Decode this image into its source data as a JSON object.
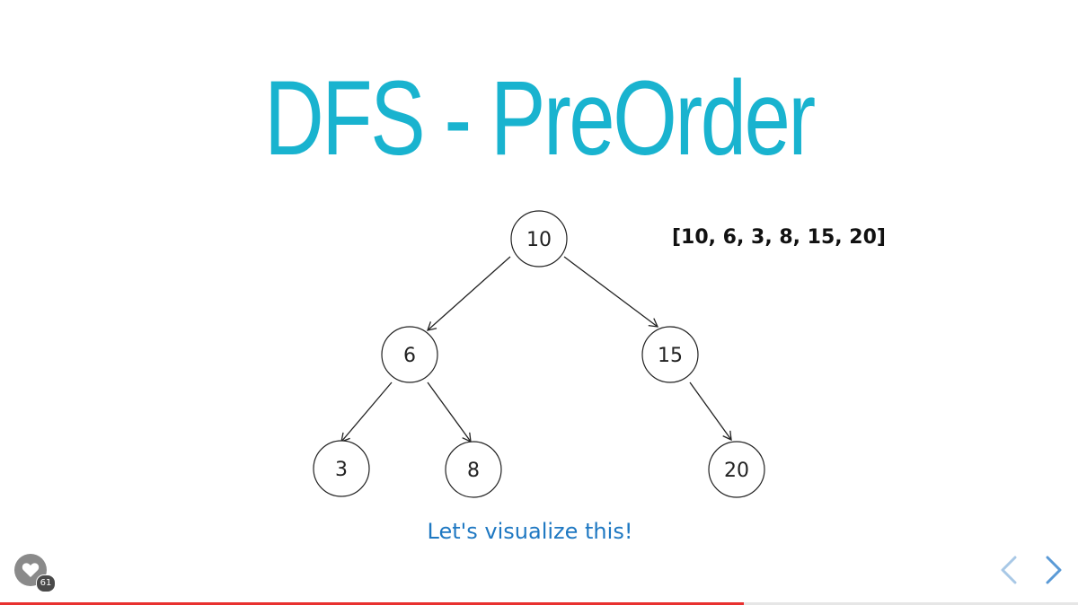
{
  "slide": {
    "title": "DFS - PreOrder",
    "result": "[10, 6, 3, 8, 15, 20]",
    "caption": "Let's visualize this!"
  },
  "tree": {
    "nodes": {
      "n10": "10",
      "n6": "6",
      "n15": "15",
      "n3": "3",
      "n8": "8",
      "n20": "20"
    }
  },
  "controls": {
    "like_count": "61",
    "like_icon": "heart-icon",
    "prev_icon": "chevron-left-icon",
    "next_icon": "chevron-right-icon"
  },
  "progress": {
    "fraction": 0.69
  },
  "colors": {
    "title": "#19b3cf",
    "caption": "#1e78c2",
    "progress": "#e8312f",
    "nav": "#a8c8e6"
  }
}
